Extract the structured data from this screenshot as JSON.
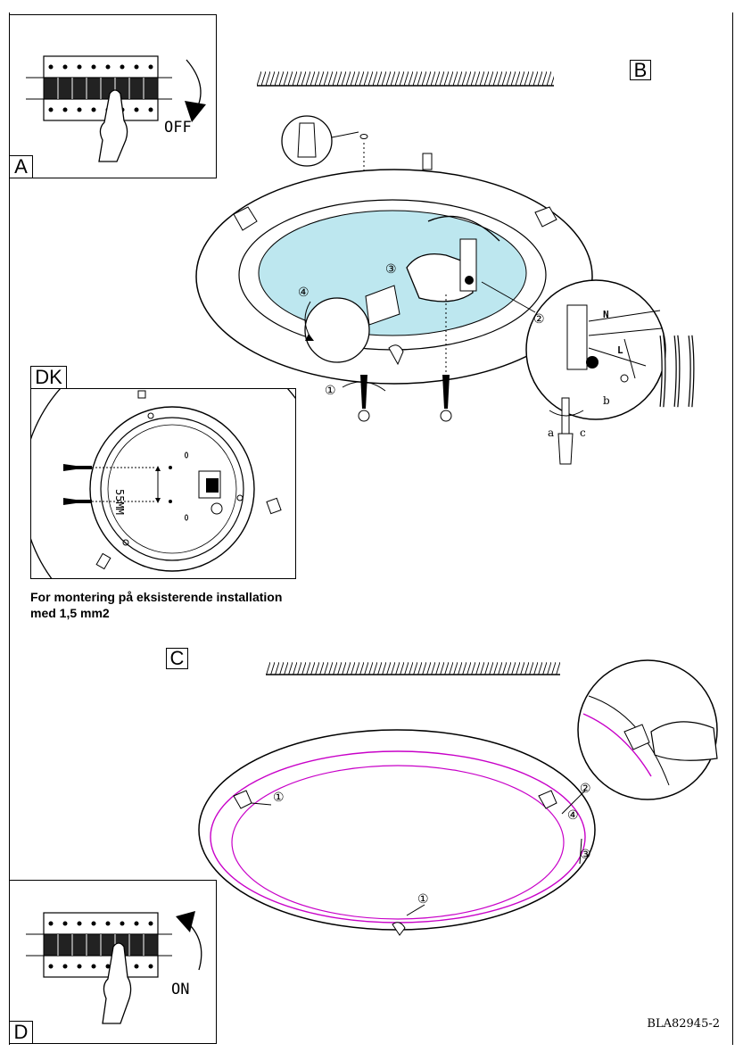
{
  "panels": {
    "a": {
      "label": "A",
      "switch_label": "OFF"
    },
    "b": {
      "label": "B"
    },
    "dk": {
      "label": "DK",
      "dimension": "55MM"
    },
    "c": {
      "label": "C"
    },
    "d": {
      "label": "D",
      "switch_label": "ON"
    }
  },
  "note": {
    "line1": "For montering på  eksisterende installation",
    "line2": "med 1,5 mm2"
  },
  "steps": {
    "one": "①",
    "two": "②",
    "three": "③",
    "four": "④"
  },
  "wiring": {
    "n": "N",
    "l": "L",
    "a": "a",
    "b": "b",
    "c": "c"
  },
  "doc_code": "BLA82945-2",
  "colors": {
    "glass": "#bde7ef",
    "rim": "#c800c8",
    "line": "#000000"
  }
}
